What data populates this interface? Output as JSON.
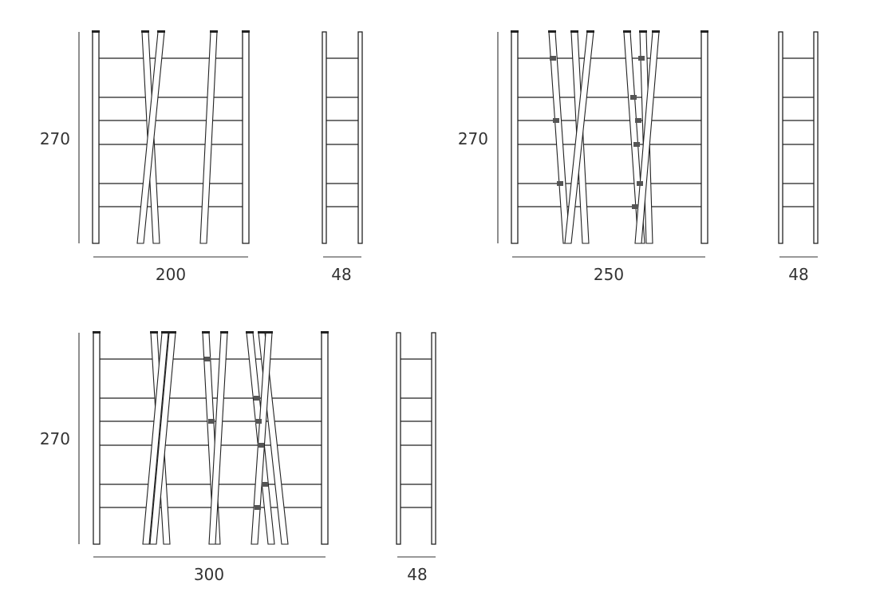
{
  "drawings": [
    {
      "front": {
        "height_label": "270",
        "width_label": "200"
      },
      "side": {
        "depth_label": "48"
      }
    },
    {
      "front": {
        "height_label": "270",
        "width_label": "250"
      },
      "side": {
        "depth_label": "48"
      }
    },
    {
      "front": {
        "height_label": "270",
        "width_label": "300"
      },
      "side": {
        "depth_label": "48"
      }
    }
  ],
  "colors": {
    "line": "#222222",
    "background": "#ffffff"
  }
}
